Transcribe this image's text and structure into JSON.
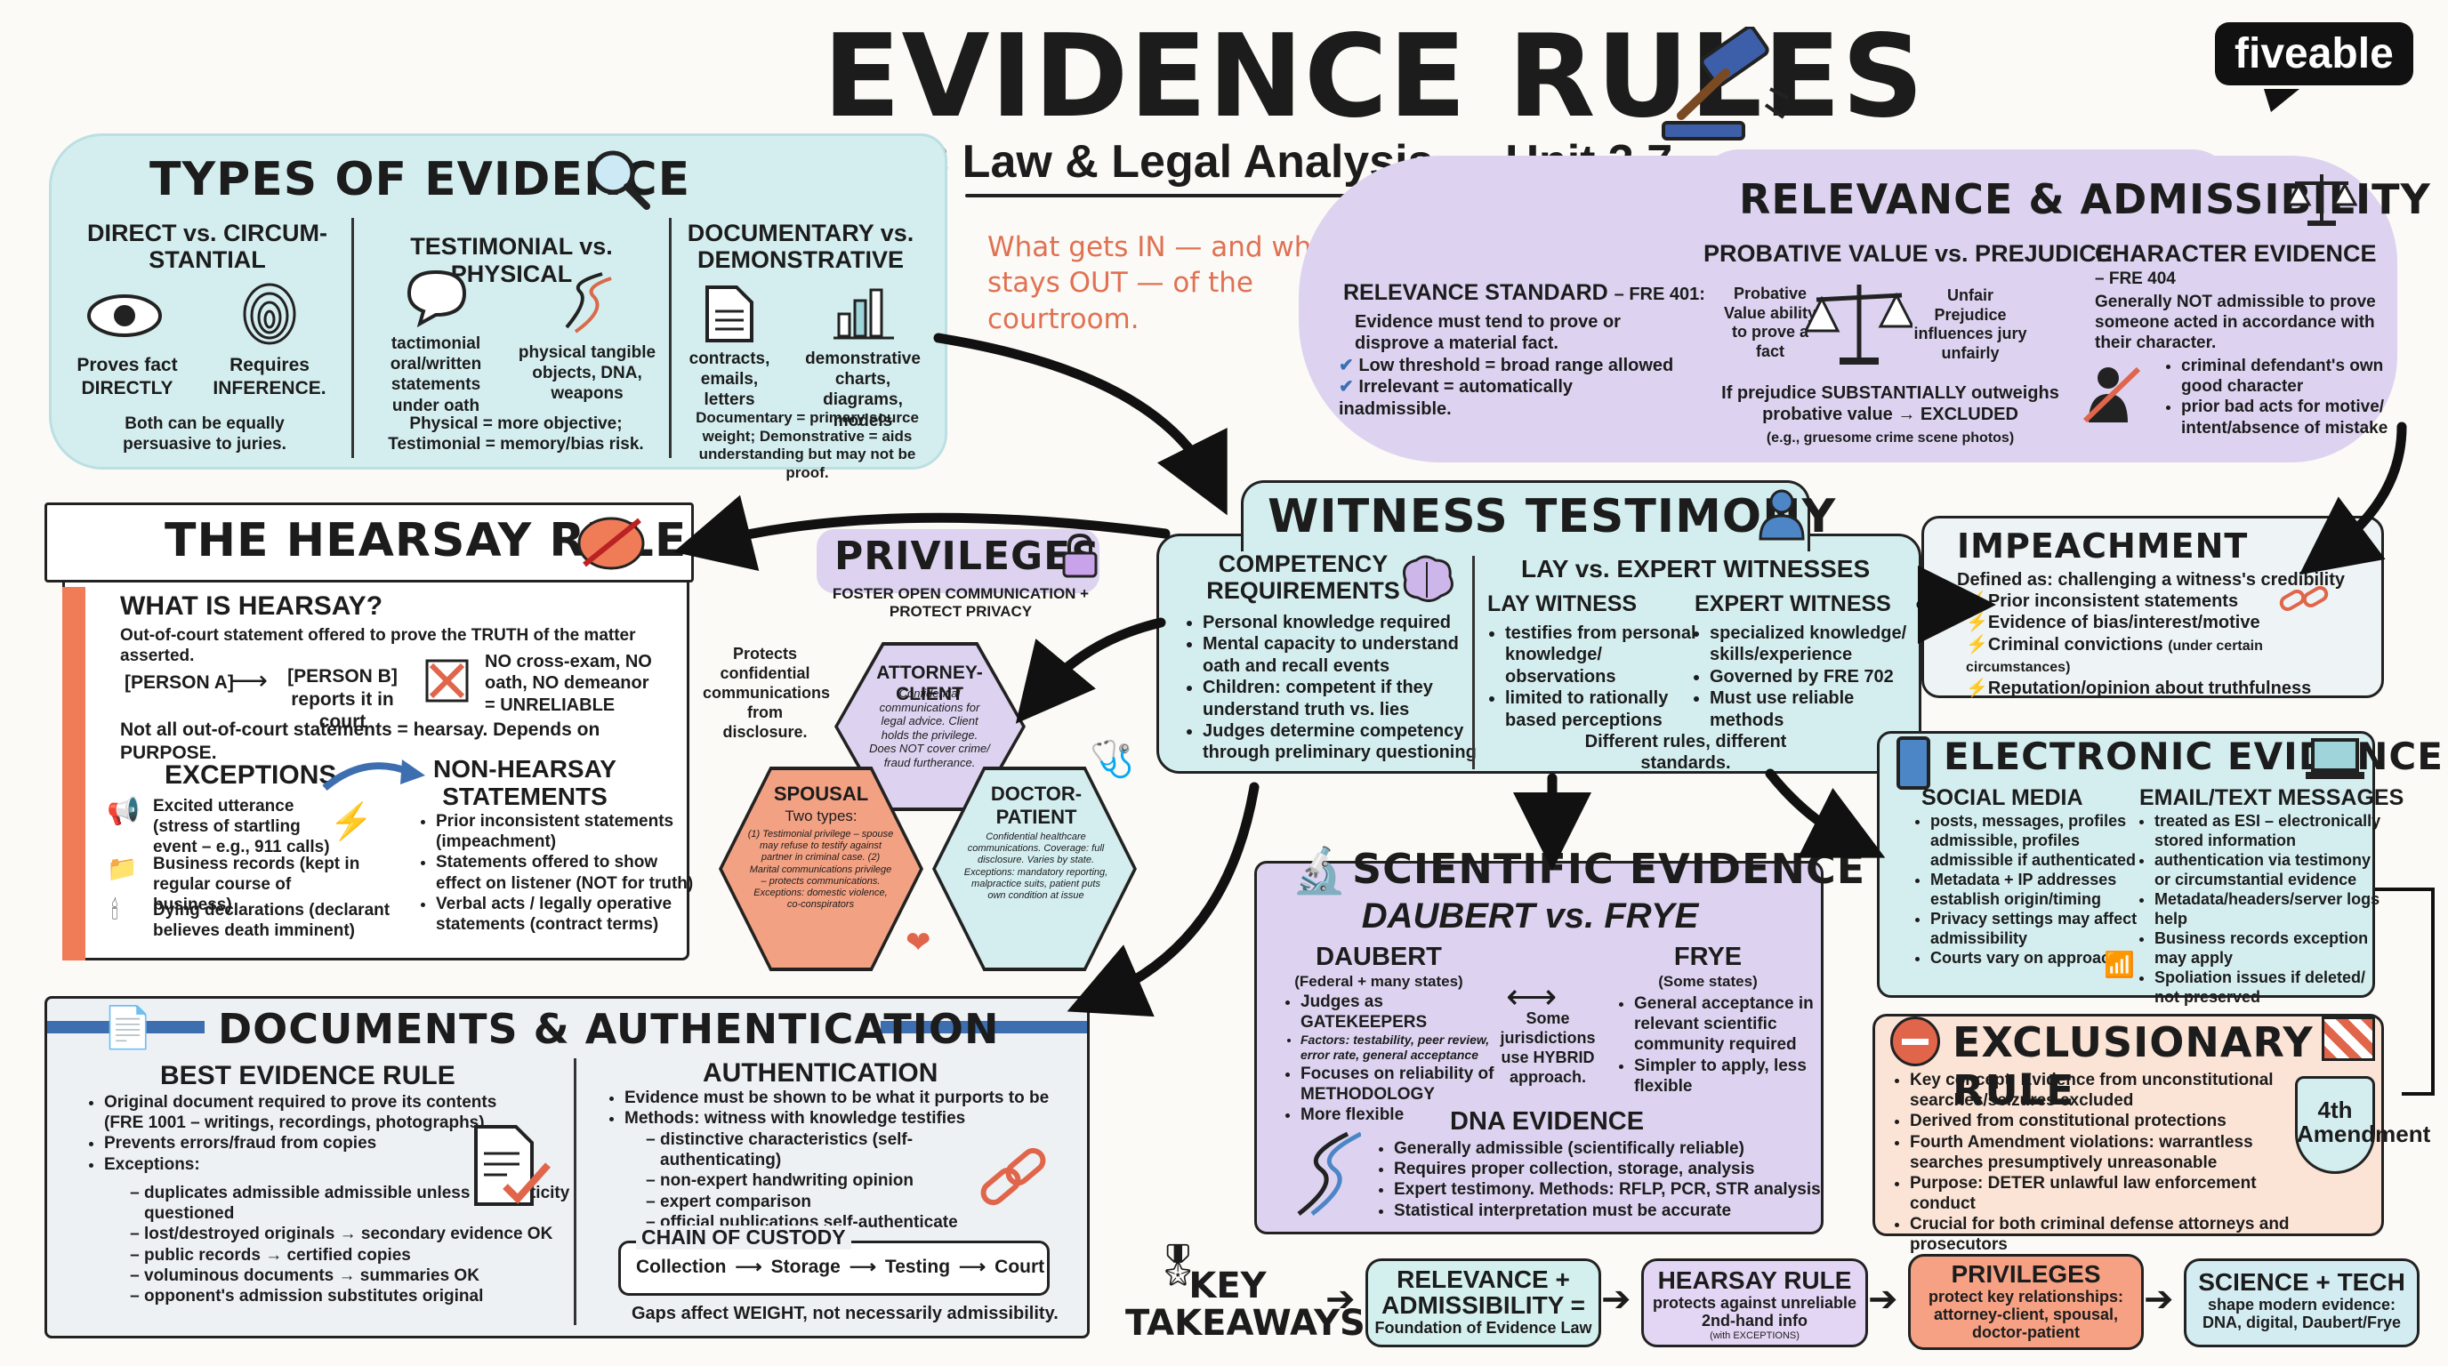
{
  "header": {
    "title": "EVIDENCE RULES",
    "subtitle": "US Law & Legal Analysis — Unit 3.7",
    "tagline": "What gets IN — and what stays OUT — of the courtroom.",
    "brand": "fiveable"
  },
  "types": {
    "title": "TYPES OF EVIDENCE",
    "col1_title": "DIRECT vs. CIRCUM-STANTIAL",
    "direct": "Proves fact DIRECTLY",
    "circ": "Requires INFERENCE.",
    "col1_note": "Both can be equally persuasive to juries.",
    "col2_title": "TESTIMONIAL vs. PHYSICAL",
    "testimonial": "tactimonial oral/written statements under oath",
    "physical": "physical tangible objects, DNA, weapons",
    "col2_note": "Physical = more objective; Testimonial = memory/bias risk.",
    "col3_title": "DOCUMENTARY vs. DEMONSTRATIVE",
    "documentary": "contracts, emails, letters",
    "demonstrative": "demonstrative charts, diagrams, models",
    "col3_note": "Documentary = primary source weight; Demonstrative = aids understanding but may not be proof."
  },
  "relevance": {
    "title": "RELEVANCE & ADMISSIBILITY",
    "standard_title": "RELEVANCE STANDARD",
    "standard_rule": "– FRE 401:",
    "standard_items": [
      "Evidence must tend to prove or disprove a material fact.",
      "Low threshold = broad range allowed",
      "Irrelevant = automatically inadmissible."
    ],
    "probative_title": "PROBATIVE VALUE vs. PREJUDICE",
    "probative_left": "Probative Value ability to prove a fact",
    "probative_right": "Unfair Prejudice influences jury unfairly",
    "probative_rule": "If prejudice SUBSTANTIALLY outweighs probative value → EXCLUDED",
    "probative_example": "(e.g., gruesome crime scene photos)",
    "character_title": "CHARACTER EVIDENCE",
    "character_rule": "– FRE 404",
    "character_text": "Generally NOT admissible to prove someone acted in accordance with their character.",
    "character_items": [
      "criminal defendant's own good character",
      "prior bad acts for motive/ intent/absence of mistake"
    ]
  },
  "witness": {
    "title": "WITNESS TESTIMONY",
    "comp_title": "COMPETENCY REQUIREMENTS",
    "comp_items": [
      "Personal knowledge required",
      "Mental capacity to understand oath and recall events",
      "Children: competent if they understand truth vs. lies",
      "Judges determine competency through preliminary questioning"
    ],
    "lay_title": "LAY vs. EXPERT WITNESSES",
    "lay_head": "LAY WITNESS",
    "lay_items": [
      "testifies from personal knowledge/ observations",
      "limited to rationally based perceptions"
    ],
    "expert_head": "EXPERT WITNESS",
    "expert_items": [
      "specialized knowledge/ skills/experience",
      "Governed by FRE 702",
      "Must use reliable methods"
    ],
    "note": "Different rules, different standards."
  },
  "impeachment": {
    "title": "IMPEACHMENT",
    "def": "Defined as: challenging a witness's credibility",
    "items": [
      "Prior inconsistent statements",
      "Evidence of bias/interest/motive",
      "Criminal convictions",
      "Reputation/opinion about truthfulness"
    ],
    "conv_note": "(under certain circumstances)"
  },
  "hearsay": {
    "title": "THE HEARSAY RULE",
    "what_title": "WHAT IS HEARSAY?",
    "def": "Out-of-court statement offered to prove the TRUTH of the matter asserted.",
    "person_a": "[PERSON A]",
    "person_b": "[PERSON B] reports it in court",
    "no_cross": "NO cross-exam, NO oath, NO demeanor = UNRELIABLE",
    "purpose": "Not all out-of-court statements = hearsay. Depends on PURPOSE.",
    "exc_title": "EXCEPTIONS",
    "exc_items": [
      "Excited utterance (stress of startling event – e.g., 911 calls)",
      "Business records (kept in regular course of business)",
      "Dying declarations (declarant believes death imminent)"
    ],
    "non_title": "NON-HEARSAY STATEMENTS",
    "non_items": [
      "Prior inconsistent statements (impeachment)",
      "Statements offered to show effect on listener (NOT for truth)",
      "Verbal acts / legally operative statements (contract terms)"
    ]
  },
  "privileges": {
    "title": "PRIVILEGES",
    "sub": "FOSTER OPEN COMMUNICATION + PROTECT PRIVACY",
    "protects": "Protects confidential communications from disclosure.",
    "ac_title": "ATTORNEY-CLIENT",
    "ac_text": "Confidential communications for legal advice. Client holds the privilege. Does NOT cover crime/ fraud furtherance.",
    "sp_title": "SPOUSAL",
    "sp_sub": "Two types:",
    "sp_text": "(1) Testimonial privilege – spouse may refuse to testify against partner in criminal case. (2) Marital communications privilege – protects communications. Exceptions: domestic violence, co-conspirators",
    "dp_title": "DOCTOR-PATIENT",
    "dp_text": "Confidential healthcare communications. Coverage: full disclosure. Varies by state. Exceptions: mandatory reporting, malpractice suits, patient puts own condition at issue"
  },
  "electronic": {
    "title": "ELECTRONIC EVIDENCE",
    "sm_title": "SOCIAL MEDIA",
    "sm_items": [
      "posts, messages, profiles admissible, profiles admissible if authenticated",
      "Metadata + IP addresses establish origin/timing",
      "Privacy settings may affect admissibility",
      "Courts vary on approach"
    ],
    "em_title": "EMAIL/TEXT MESSAGES",
    "em_items": [
      "treated as ESI – electronically stored information",
      "authentication via testimony or circumstantial evidence",
      "Metadata/headers/server logs help",
      "Business records exception may apply",
      "Spoliation issues if deleted/ not preserved"
    ]
  },
  "scientific": {
    "title": "SCIENTIFIC EVIDENCE",
    "subtitle": "DAUBERT vs. FRYE",
    "daubert_title": "DAUBERT",
    "daubert_sub": "(Federal + many states)",
    "daubert_items": [
      "Judges as GATEKEEPERS",
      "Factors: testability, peer review, error rate, general acceptance",
      "Focuses on reliability of METHODOLOGY",
      "More flexible"
    ],
    "middle": "Some jurisdictions use HYBRID approach.",
    "frye_title": "FRYE",
    "frye_sub": "(Some states)",
    "frye_items": [
      "General acceptance in relevant scientific community required",
      "Simpler to apply, less flexible"
    ],
    "dna_title": "DNA EVIDENCE",
    "dna_items": [
      "Generally admissible (scientifically reliable)",
      "Requires proper collection, storage, analysis",
      "Expert testimony. Methods: RFLP, PCR, STR analysis",
      "Statistical interpretation must be accurate"
    ]
  },
  "exclusionary": {
    "title": "EXCLUSIONARY RULE",
    "items": [
      "Key concept: Evidence from unconstitutional searches/seizures excluded",
      "Derived from constitutional protections",
      "Fourth Amendment violations: warrantless searches presumptively unreasonable",
      "Purpose: DETER unlawful law enforcement conduct",
      "Crucial for both criminal defense attorneys and prosecutors"
    ],
    "badge": "4th Amendment"
  },
  "documents": {
    "title": "DOCUMENTS & AUTHENTICATION",
    "ber_title": "BEST EVIDENCE RULE",
    "ber_items": [
      "Original document required to prove its contents (FRE 1001 – writings, recordings, photographs)",
      "Prevents errors/fraud from copies",
      "Exceptions:"
    ],
    "ber_exc": [
      "duplicates admissible admissible unless authenticity questioned",
      "lost/destroyed originals → secondary evidence OK",
      "public records → certified copies",
      "voluminous documents → summaries OK",
      "opponent's admission substitutes original"
    ],
    "auth_title": "AUTHENTICATION",
    "auth_items": [
      "Evidence must be shown to be what it purports to be",
      "Methods: witness with knowledge testifies"
    ],
    "auth_sub": [
      "distinctive characteristics (self-authenticating)",
      "non-expert handwriting opinion",
      "expert comparison",
      "official publications self-authenticate"
    ],
    "chain_title": "CHAIN OF CUSTODY",
    "chain_steps": [
      "Collection",
      "Storage",
      "Testing",
      "Court"
    ],
    "gaps": "Gaps affect WEIGHT, not necessarily admissibility."
  },
  "takeaways": {
    "label": "KEY TAKEAWAYS",
    "items": [
      {
        "title": "RELEVANCE + ADMISSIBILITY =",
        "text": "Foundation of Evidence Law",
        "color": "#d3f0ee"
      },
      {
        "title": "HEARSAY RULE",
        "text": "protects against unreliable 2nd-hand info",
        "note": "(with EXCEPTIONS)",
        "color": "#e3d6f4"
      },
      {
        "title": "PRIVILEGES",
        "text": "protect key relationships: attorney-client, spousal, doctor-patient",
        "color": "#f6a184"
      },
      {
        "title": "SCIENCE + TECH",
        "text": "shape modern evidence: DNA, digital, Daubert/Frye",
        "color": "#d3ecf2"
      }
    ]
  },
  "colors": {
    "teal": "#d4eef0",
    "lavender": "#ddd3f0",
    "peach": "#fbe4d6",
    "salmon": "#f3a183",
    "orange_red": "#e8623e"
  }
}
